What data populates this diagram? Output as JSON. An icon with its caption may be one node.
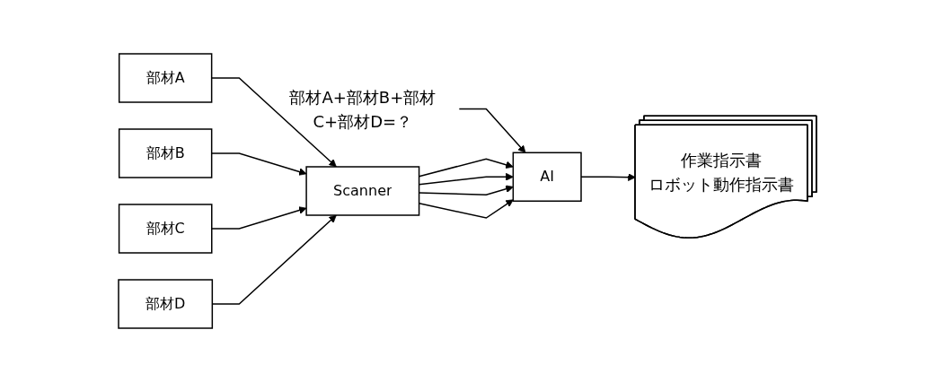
{
  "diagram": {
    "nodes": [
      {
        "text": [
          "部材A+部材B+部材C+部材D=？"
        ]
      },
      {
        "text": [
          "部材A"
        ]
      },
      {
        "text": [
          "部材B"
        ]
      },
      {
        "text": [
          "部材C"
        ]
      },
      {
        "text": [
          "部材D"
        ]
      },
      {
        "text": [
          "Scanner"
        ]
      },
      {
        "text": [
          "AI"
        ]
      },
      {
        "text": [
          "作業指示書",
          "ロボット動作指示書"
        ]
      }
    ],
    "edges": [
      {
        "from": 0,
        "to": 6,
        "arrow": "to"
      },
      {
        "from": 1,
        "to": 5,
        "arrow": "to"
      },
      {
        "from": 2,
        "to": 5,
        "arrow": "to"
      },
      {
        "from": 3,
        "to": 5,
        "arrow": "to"
      },
      {
        "from": 4,
        "to": 5,
        "arrow": "to"
      },
      {
        "from": 5,
        "to": 6,
        "arrow": "to"
      },
      {
        "from": 5,
        "to": 6,
        "arrow": "to"
      },
      {
        "from": 5,
        "to": 6,
        "arrow": "to"
      },
      {
        "from": 5,
        "to": 6,
        "arrow": "to"
      },
      {
        "from": 6,
        "to": 7,
        "arrow": "to"
      }
    ]
  }
}
